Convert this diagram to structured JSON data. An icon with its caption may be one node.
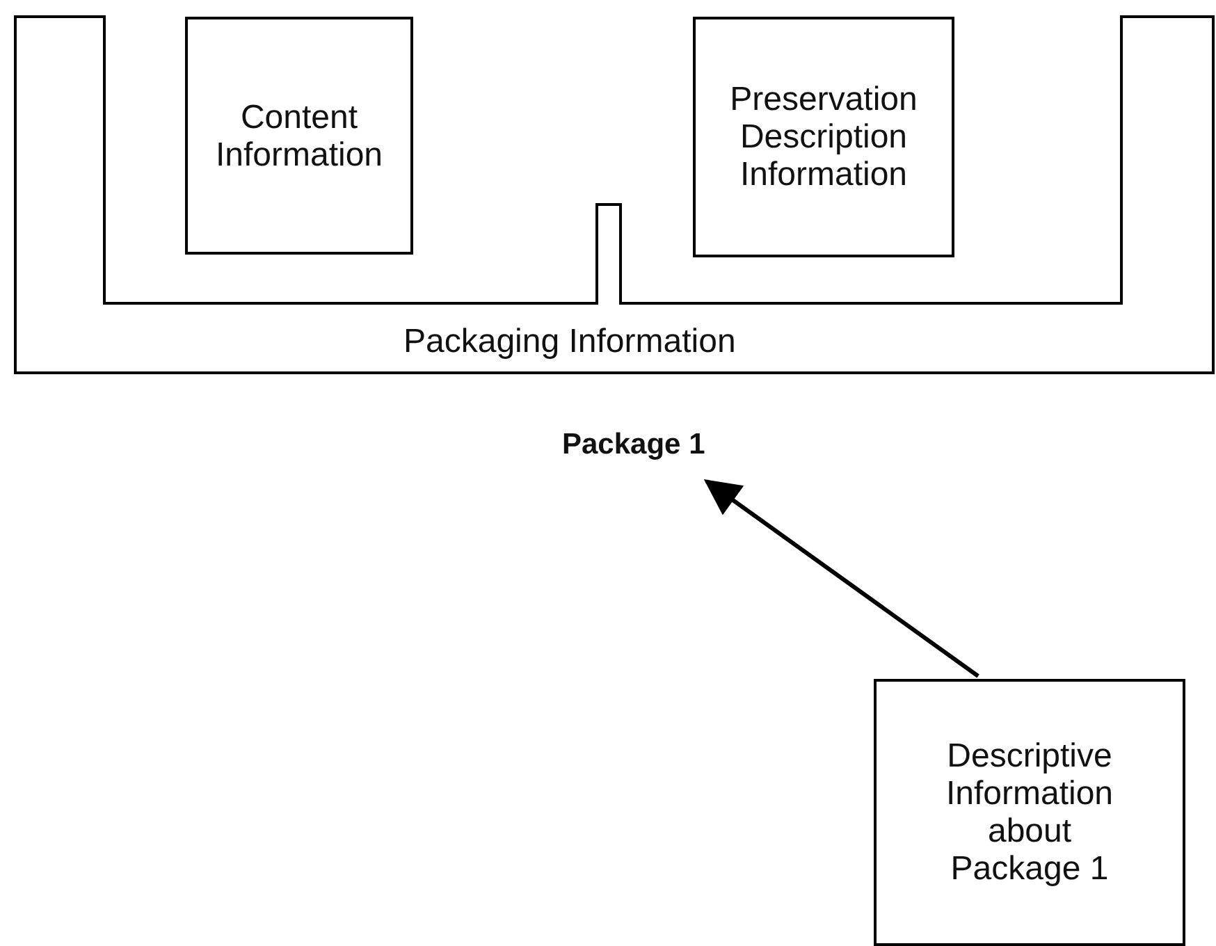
{
  "diagram": {
    "nodes": [
      {
        "text": [
          "Packaging Information",
          "Package 1"
        ]
      },
      {
        "text": [
          "Content Information"
        ],
        "in": 0
      },
      {
        "text": [
          "Preservation Description Information"
        ],
        "in": 0
      },
      {
        "text": [
          "Descriptive Information about Package 1"
        ]
      }
    ],
    "edges": [
      {
        "from": 3,
        "to": 0,
        "arrow": "to"
      }
    ]
  }
}
